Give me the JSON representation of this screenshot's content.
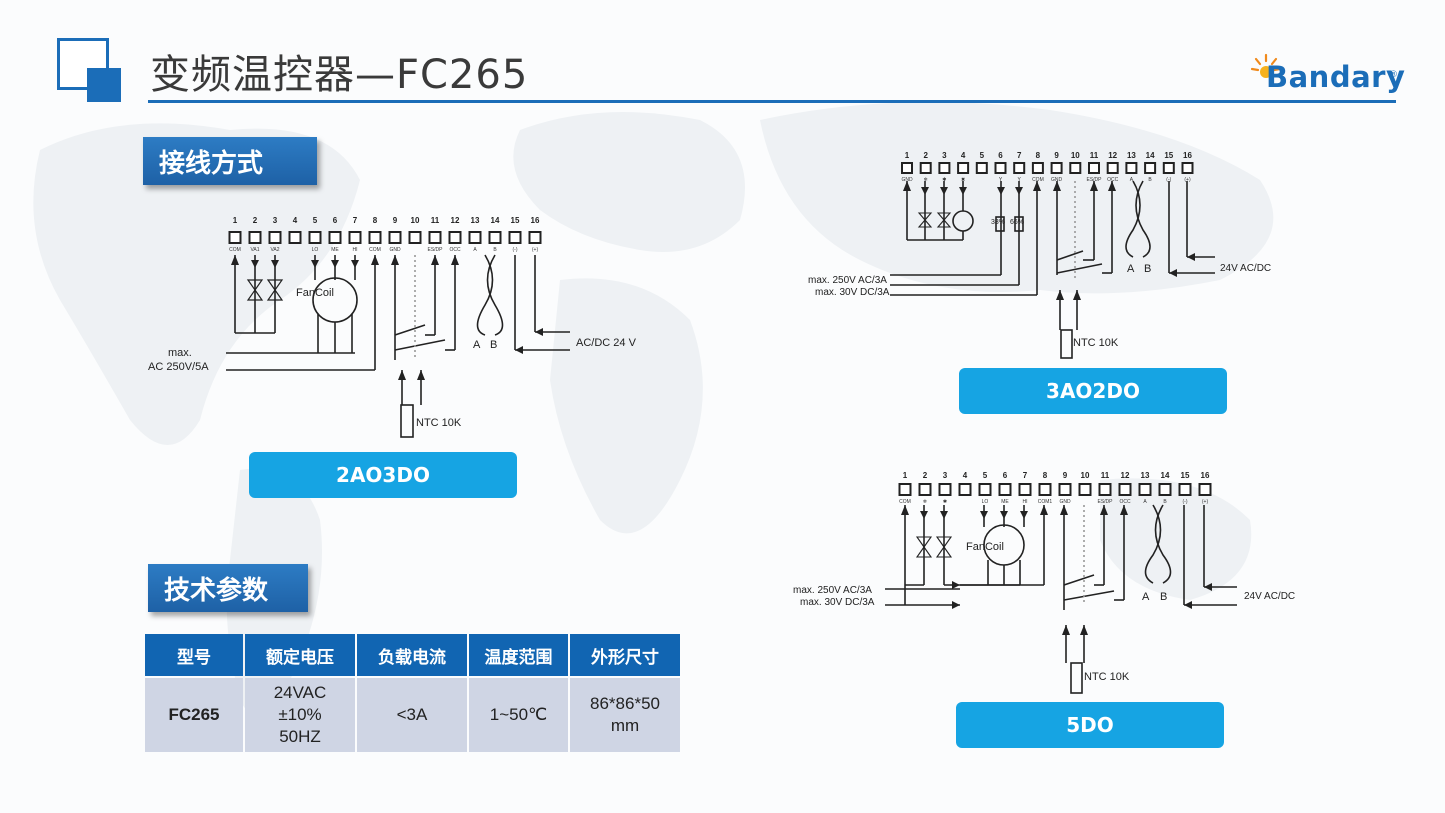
{
  "header": {
    "title": "变频温控器—FC265",
    "brand": "Bandary",
    "brand_mark": "®"
  },
  "sections": {
    "wiring": "接线方式",
    "specs": "技术参数"
  },
  "diagram_2ao3do": {
    "label": "2AO3DO",
    "terminal_numbers": [
      "1",
      "2",
      "3",
      "4",
      "5",
      "6",
      "7",
      "8",
      "9",
      "10",
      "11",
      "12",
      "13",
      "14",
      "15",
      "16"
    ],
    "terminal_codes": [
      "COM",
      "VA1",
      "VA2",
      "",
      "LO",
      "ME",
      "HI",
      "COM",
      "GND",
      "",
      "ES/DP",
      "OCC",
      "A",
      "B",
      "(-)",
      "(+)"
    ],
    "fancoil": "FanCoil",
    "max_line1": "max.",
    "max_line2": "AC 250V/5A",
    "power": "AC/DC 24 V",
    "a": "A",
    "b": "B",
    "ntc": "NTC 10K"
  },
  "diagram_3ao2do": {
    "label": "3AO2DO",
    "terminal_numbers": [
      "1",
      "2",
      "3",
      "4",
      "5",
      "6",
      "7",
      "8",
      "9",
      "10",
      "11",
      "12",
      "13",
      "14",
      "15",
      "16"
    ],
    "terminal_codes": [
      "GND",
      "❄",
      "✱",
      "✖",
      "",
      "Y",
      "Y",
      "COM",
      "GND",
      "",
      "ES/DP",
      "OCC",
      "A",
      "B",
      "(-)",
      "(+)"
    ],
    "pct33": "33%",
    "pct66": "66%",
    "max_line1": "max. 250V AC/3A",
    "max_line2": "max. 30V DC/3A",
    "power": "24V AC/DC",
    "a": "A",
    "b": "B",
    "ntc": "NTC 10K"
  },
  "diagram_5do": {
    "label": "5DO",
    "terminal_numbers": [
      "1",
      "2",
      "3",
      "4",
      "5",
      "6",
      "7",
      "8",
      "9",
      "10",
      "11",
      "12",
      "13",
      "14",
      "15",
      "16"
    ],
    "terminal_codes": [
      "COM",
      "❄",
      "✱",
      "",
      "LO",
      "ME",
      "HI",
      "COM1",
      "GND",
      "",
      "ES/DP",
      "OCC",
      "A",
      "B",
      "(-)",
      "(+)"
    ],
    "fancoil": "FanCoil",
    "max_line1": "max. 250V AC/3A",
    "max_line2": "max. 30V DC/3A",
    "power": "24V AC/DC",
    "a": "A",
    "b": "B",
    "ntc": "NTC 10K"
  },
  "spec_table": {
    "headers": [
      "型号",
      "额定电压",
      "负载电流",
      "温度范围",
      "外形尺寸"
    ],
    "row": {
      "model": "FC265",
      "voltage_l1": "24VAC",
      "voltage_l2": "±10%",
      "voltage_l3": "50HZ",
      "current": "<3A",
      "temp": "1~50℃",
      "size_l1": "86*86*50",
      "size_l2": "mm"
    }
  },
  "colors": {
    "accent": "#1b6db8",
    "label_bg": "#16a4e3",
    "table_header": "#1165b2",
    "table_cell": "#cfd5e4"
  }
}
